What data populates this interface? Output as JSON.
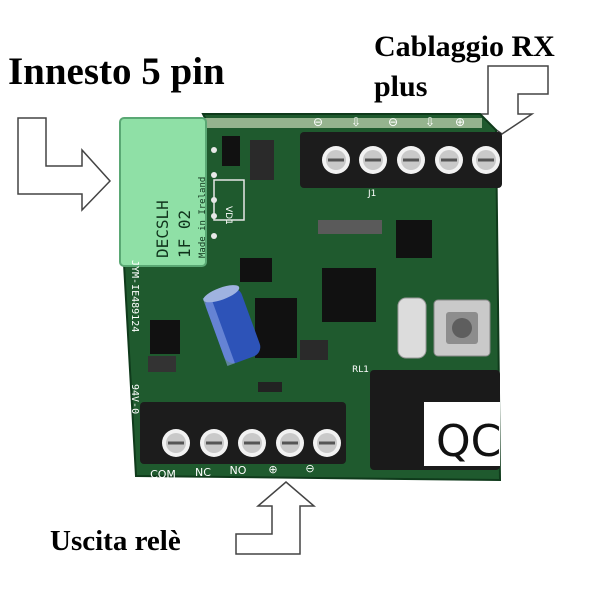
{
  "annotations": {
    "connector_label": "Innesto 5 pin",
    "wiring_label_line1": "Cablaggio RX",
    "wiring_label_line2": "plus",
    "relay_output_label": "Uscita relè"
  },
  "board": {
    "module_line1": "DECSLH",
    "module_line2": "1F 02",
    "module_line3": "Made in Ireland",
    "edge_code": "JYM-IE489124",
    "edge_cert": "94V-0",
    "vd_label": "VD1",
    "j_label": "J1",
    "rl_label": "RL1",
    "relay_text": "QC",
    "top_terminal_marks": [
      "⊖",
      "⇩",
      "⊖",
      "⇩",
      "⊕"
    ],
    "bottom_terminal_marks": [
      "COM",
      "NC",
      "NO",
      "⊕",
      "⊖"
    ]
  },
  "colors": {
    "pcb": "#1f5a2e",
    "module": "#8fe0a6",
    "terminal": "#1c1c1c",
    "relay": "#1a1a1a"
  }
}
